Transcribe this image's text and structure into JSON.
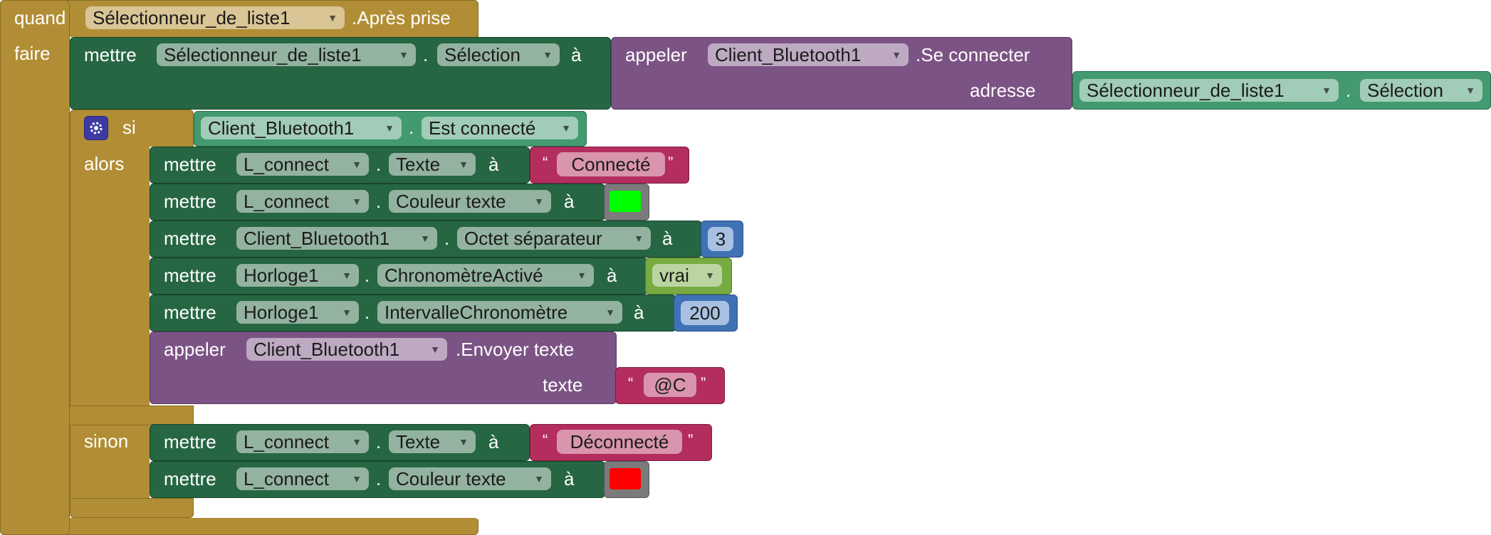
{
  "event": {
    "when_label": "quand",
    "component": "Sélectionneur_de_liste1",
    "event_name": ".Après prise",
    "do_label": "faire"
  },
  "set1": {
    "set_label": "mettre",
    "component": "Sélectionneur_de_liste1",
    "dot": ".",
    "property": "Sélection",
    "to_label": "à"
  },
  "call_connect": {
    "call_label": "appeler",
    "component": "Client_Bluetooth1",
    "method": ".Se connecter",
    "param_label": "adresse",
    "arg_component": "Sélectionneur_de_liste1",
    "dot": ".",
    "arg_property": "Sélection"
  },
  "if_block": {
    "if_label": "si",
    "cond_component": "Client_Bluetooth1",
    "dot": ".",
    "cond_property": "Est connecté",
    "then_label": "alors",
    "else_label": "sinon"
  },
  "then_statements": {
    "s1": {
      "set_label": "mettre",
      "component": "L_connect",
      "dot": ".",
      "property": "Texte",
      "to_label": "à",
      "value": "Connecté",
      "open_quote": "“",
      "close_quote": "”"
    },
    "s2": {
      "set_label": "mettre",
      "component": "L_connect",
      "dot": ".",
      "property": "Couleur texte",
      "to_label": "à",
      "color": "#00ff00"
    },
    "s3": {
      "set_label": "mettre",
      "component": "Client_Bluetooth1",
      "dot": ".",
      "property": "Octet séparateur",
      "to_label": "à",
      "value": "3"
    },
    "s4": {
      "set_label": "mettre",
      "component": "Horloge1",
      "dot": ".",
      "property": "ChronomètreActivé",
      "to_label": "à",
      "value": "vrai"
    },
    "s5": {
      "set_label": "mettre",
      "component": "Horloge1",
      "dot": ".",
      "property": "IntervalleChronomètre",
      "to_label": "à",
      "value": "200"
    },
    "s6": {
      "call_label": "appeler",
      "component": "Client_Bluetooth1",
      "method": ".Envoyer texte",
      "param_label": "texte",
      "value": "@C",
      "open_quote": "“",
      "close_quote": "”"
    }
  },
  "else_statements": {
    "s1": {
      "set_label": "mettre",
      "component": "L_connect",
      "dot": ".",
      "property": "Texte",
      "to_label": "à",
      "value": "Déconnecté",
      "open_quote": "“",
      "close_quote": "”"
    },
    "s2": {
      "set_label": "mettre",
      "component": "L_connect",
      "dot": ".",
      "property": "Couleur texte",
      "to_label": "à",
      "color": "#ff0000"
    }
  },
  "colors": {
    "event": "#B18E35",
    "setter": "#266643",
    "getter": "#439970",
    "procedure": "#7C5385",
    "text": "#B32D5E",
    "number": "#3F71B5",
    "logic": "#77AB41",
    "mutator": "#3d3aa3"
  },
  "icons": {
    "dropdown": "triangle-down",
    "mutator": "gear-icon"
  }
}
